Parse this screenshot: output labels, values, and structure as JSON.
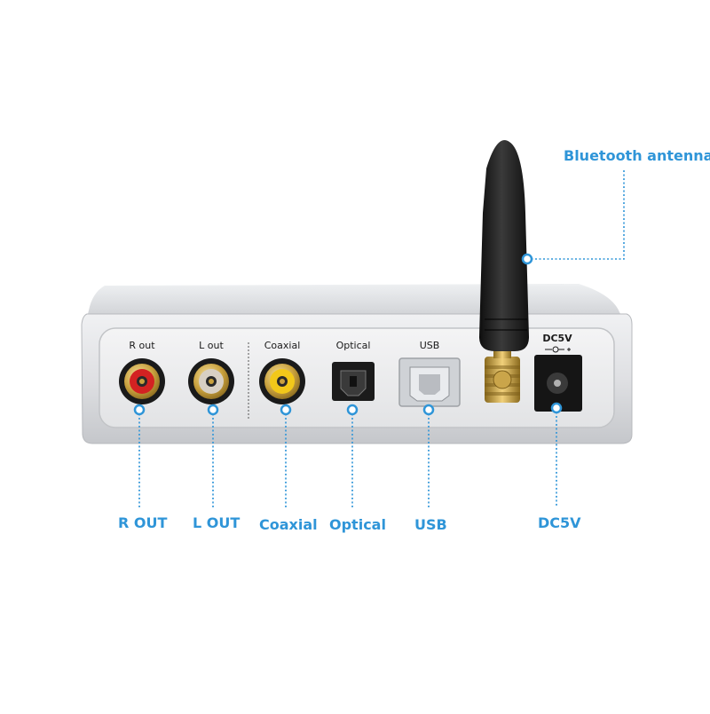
{
  "panel_labels": {
    "r_out": "R out",
    "l_out": "L out",
    "coaxial": "Coaxial",
    "optical": "Optical",
    "usb": "USB",
    "dc5v": "DC5V"
  },
  "callouts": {
    "bluetooth_antenna": "Bluetooth antenna",
    "r_out": "R OUT",
    "l_out": "L OUT",
    "coaxial": "Coaxial",
    "optical": "Optical",
    "usb": "USB",
    "dc5v": "DC5V"
  },
  "colors": {
    "accent": "#2f95d8",
    "rca_right": "#d32222",
    "rca_left": "#d8d0c4",
    "rca_coaxial": "#f2c81a",
    "chassis": "#dcdde0",
    "antenna": "#1c1c1c",
    "gold": "#c9a13e"
  }
}
